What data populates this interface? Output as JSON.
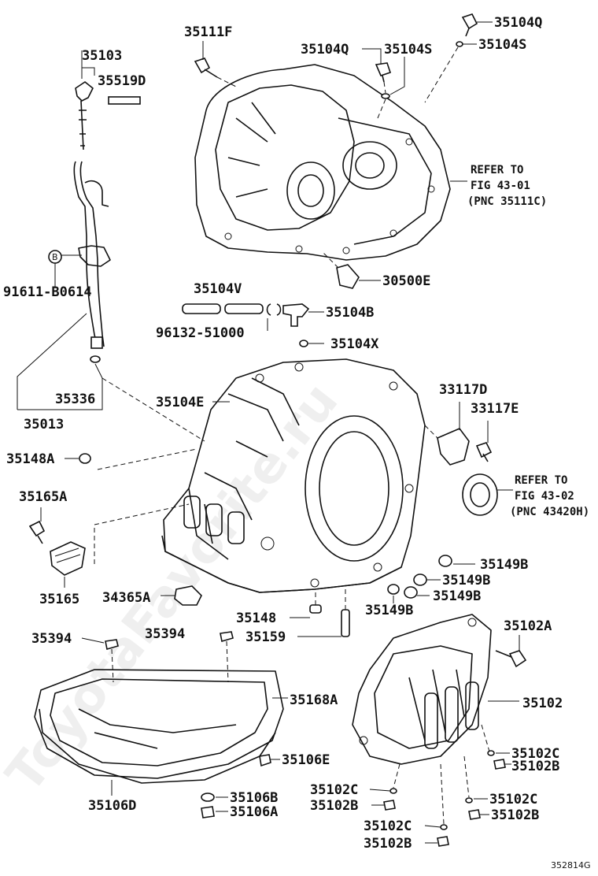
{
  "labels": {
    "p35111F": "35111F",
    "p35104Q_a": "35104Q",
    "p35104Q_b": "35104Q",
    "p35104S_a": "35104S",
    "p35104S_b": "35104S",
    "p35103": "35103",
    "p35519D": "35519D",
    "refer1_line1": "REFER TO",
    "refer1_line2": "FIG 43-01",
    "refer1_line3": "(PNC 35111C)",
    "p91611": "91611-B0614",
    "circleB_a": "B",
    "p30500E": "30500E",
    "p35104V": "35104V",
    "p35104B": "35104B",
    "p96132": "96132-51000",
    "p35104X": "35104X",
    "p35336": "35336",
    "p35013": "35013",
    "p35104E": "35104E",
    "p33117D": "33117D",
    "p33117E": "33117E",
    "p35148A": "35148A",
    "refer2_line1": "REFER TO",
    "refer2_line2": "FIG 43-02",
    "refer2_line3": "(PNC 43420H)",
    "p35165A": "35165A",
    "p35165": "35165",
    "p34365A": "34365A",
    "p35149B_a": "35149B",
    "p35149B_b": "35149B",
    "p35149B_c": "35149B",
    "p35149B_d": "35149B",
    "p35148": "35148",
    "p35159": "35159",
    "p35394_a": "35394",
    "p35394_b": "35394",
    "p35102A": "35102A",
    "p35168A": "35168A",
    "p35102": "35102",
    "p35106E": "35106E",
    "p35102C_a": "35102C",
    "p35102B_a": "35102B",
    "p35106D": "35106D",
    "p35106B": "35106B",
    "p35106A": "35106A",
    "p35102C_b": "35102C",
    "p35102B_b": "35102B",
    "p35102C_c": "35102C",
    "p35102B_c": "35102B",
    "p35102C_d": "35102C",
    "p35102B_d": "35102B",
    "diagram_id": "352814G"
  },
  "watermark": "ToyotaFavorite.ru"
}
